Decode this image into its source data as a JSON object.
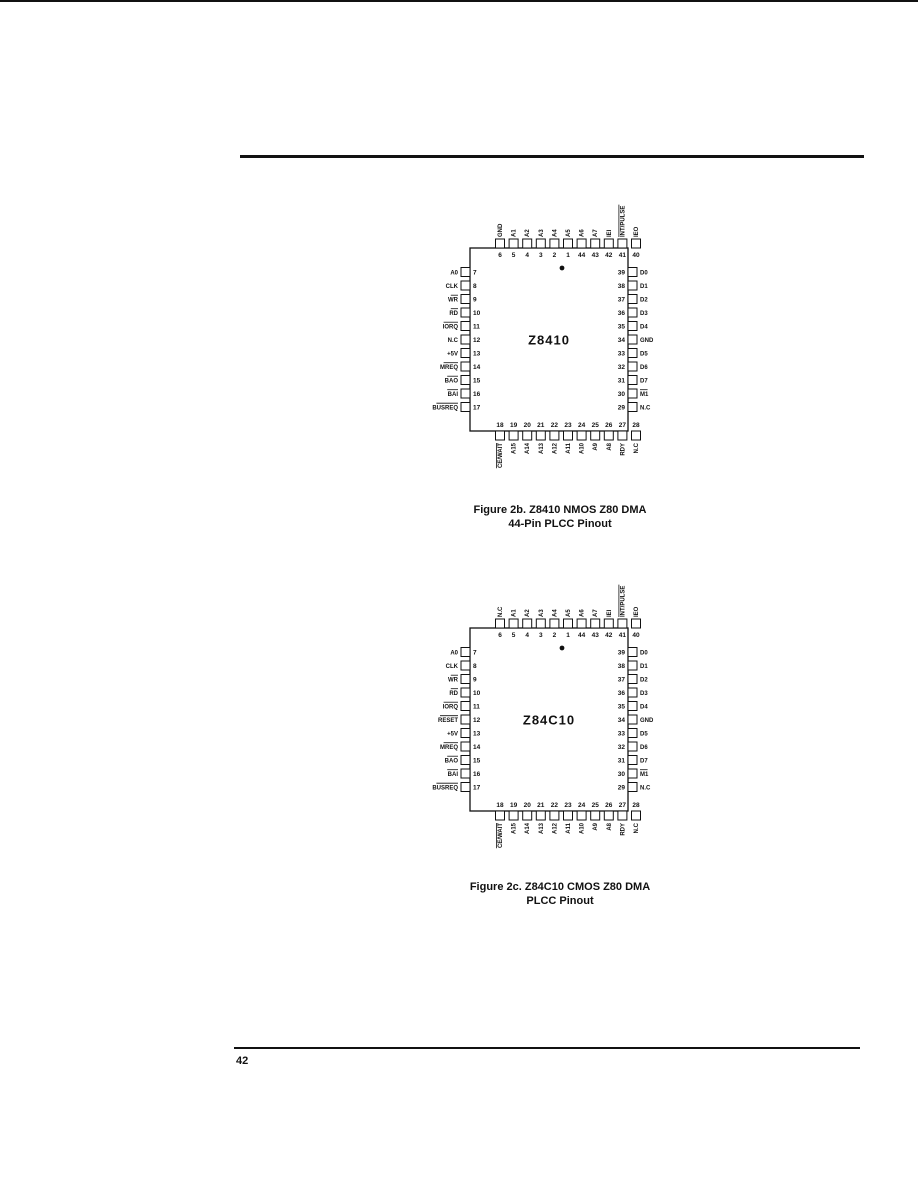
{
  "page": {
    "page_number": "42"
  },
  "figures": [
    {
      "chip_label": "Z8410",
      "caption_line1": "Figure 2b. Z8410 NMOS Z80 DMA",
      "caption_line2": "44-Pin PLCC Pinout",
      "top_pins": [
        {
          "num": "6",
          "name": "GND",
          "over": false
        },
        {
          "num": "5",
          "name": "A1",
          "over": false
        },
        {
          "num": "4",
          "name": "A2",
          "over": false
        },
        {
          "num": "3",
          "name": "A3",
          "over": false
        },
        {
          "num": "2",
          "name": "A4",
          "over": false
        },
        {
          "num": "1",
          "name": "A5",
          "over": false
        },
        {
          "num": "44",
          "name": "A6",
          "over": false
        },
        {
          "num": "43",
          "name": "A7",
          "over": false
        },
        {
          "num": "42",
          "name": "IEI",
          "over": false
        },
        {
          "num": "41",
          "name": "INT/PULSE",
          "over": true
        },
        {
          "num": "40",
          "name": "IEO",
          "over": false
        }
      ],
      "left_pins": [
        {
          "num": "7",
          "name": "A0",
          "over": false
        },
        {
          "num": "8",
          "name": "CLK",
          "over": false
        },
        {
          "num": "9",
          "name": "WR",
          "over": true
        },
        {
          "num": "10",
          "name": "RD",
          "over": true
        },
        {
          "num": "11",
          "name": "IORQ",
          "over": true
        },
        {
          "num": "12",
          "name": "N.C",
          "over": false
        },
        {
          "num": "13",
          "name": "+5V",
          "over": false
        },
        {
          "num": "14",
          "name": "MREQ",
          "over": true
        },
        {
          "num": "15",
          "name": "BAO",
          "over": true
        },
        {
          "num": "16",
          "name": "BAI",
          "over": true
        },
        {
          "num": "17",
          "name": "BUSREQ",
          "over": true
        }
      ],
      "right_pins": [
        {
          "num": "39",
          "name": "D0",
          "over": false
        },
        {
          "num": "38",
          "name": "D1",
          "over": false
        },
        {
          "num": "37",
          "name": "D2",
          "over": false
        },
        {
          "num": "36",
          "name": "D3",
          "over": false
        },
        {
          "num": "35",
          "name": "D4",
          "over": false
        },
        {
          "num": "34",
          "name": "GND",
          "over": false
        },
        {
          "num": "33",
          "name": "D5",
          "over": false
        },
        {
          "num": "32",
          "name": "D6",
          "over": false
        },
        {
          "num": "31",
          "name": "D7",
          "over": false
        },
        {
          "num": "30",
          "name": "M1",
          "over": true
        },
        {
          "num": "29",
          "name": "N.C",
          "over": false
        }
      ],
      "bottom_pins": [
        {
          "num": "18",
          "name": "CE/WAIT",
          "over": true
        },
        {
          "num": "19",
          "name": "A15",
          "over": false
        },
        {
          "num": "20",
          "name": "A14",
          "over": false
        },
        {
          "num": "21",
          "name": "A13",
          "over": false
        },
        {
          "num": "22",
          "name": "A12",
          "over": false
        },
        {
          "num": "23",
          "name": "A11",
          "over": false
        },
        {
          "num": "24",
          "name": "A10",
          "over": false
        },
        {
          "num": "25",
          "name": "A9",
          "over": false
        },
        {
          "num": "26",
          "name": "A8",
          "over": false
        },
        {
          "num": "27",
          "name": "RDY",
          "over": false
        },
        {
          "num": "28",
          "name": "N.C",
          "over": false
        }
      ]
    },
    {
      "chip_label": "Z84C10",
      "caption_line1": "Figure 2c. Z84C10 CMOS Z80 DMA",
      "caption_line2": "PLCC Pinout",
      "top_pins": [
        {
          "num": "6",
          "name": "N.C",
          "over": false
        },
        {
          "num": "5",
          "name": "A1",
          "over": false
        },
        {
          "num": "4",
          "name": "A2",
          "over": false
        },
        {
          "num": "3",
          "name": "A3",
          "over": false
        },
        {
          "num": "2",
          "name": "A4",
          "over": false
        },
        {
          "num": "1",
          "name": "A5",
          "over": false
        },
        {
          "num": "44",
          "name": "A6",
          "over": false
        },
        {
          "num": "43",
          "name": "A7",
          "over": false
        },
        {
          "num": "42",
          "name": "IEI",
          "over": false
        },
        {
          "num": "41",
          "name": "INT/PULSE",
          "over": true
        },
        {
          "num": "40",
          "name": "IEO",
          "over": false
        }
      ],
      "left_pins": [
        {
          "num": "7",
          "name": "A0",
          "over": false
        },
        {
          "num": "8",
          "name": "CLK",
          "over": false
        },
        {
          "num": "9",
          "name": "WR",
          "over": true
        },
        {
          "num": "10",
          "name": "RD",
          "over": true
        },
        {
          "num": "11",
          "name": "IORQ",
          "over": true
        },
        {
          "num": "12",
          "name": "RESET",
          "over": true
        },
        {
          "num": "13",
          "name": "+5V",
          "over": false
        },
        {
          "num": "14",
          "name": "MREQ",
          "over": true
        },
        {
          "num": "15",
          "name": "BAO",
          "over": true
        },
        {
          "num": "16",
          "name": "BAI",
          "over": true
        },
        {
          "num": "17",
          "name": "BUSREQ",
          "over": true
        }
      ],
      "right_pins": [
        {
          "num": "39",
          "name": "D0",
          "over": false
        },
        {
          "num": "38",
          "name": "D1",
          "over": false
        },
        {
          "num": "37",
          "name": "D2",
          "over": false
        },
        {
          "num": "36",
          "name": "D3",
          "over": false
        },
        {
          "num": "35",
          "name": "D4",
          "over": false
        },
        {
          "num": "34",
          "name": "GND",
          "over": false
        },
        {
          "num": "33",
          "name": "D5",
          "over": false
        },
        {
          "num": "32",
          "name": "D6",
          "over": false
        },
        {
          "num": "31",
          "name": "D7",
          "over": false
        },
        {
          "num": "30",
          "name": "M1",
          "over": true
        },
        {
          "num": "29",
          "name": "N.C",
          "over": false
        }
      ],
      "bottom_pins": [
        {
          "num": "18",
          "name": "CE/WAIT",
          "over": true
        },
        {
          "num": "19",
          "name": "A15",
          "over": false
        },
        {
          "num": "20",
          "name": "A14",
          "over": false
        },
        {
          "num": "21",
          "name": "A13",
          "over": false
        },
        {
          "num": "22",
          "name": "A12",
          "over": false
        },
        {
          "num": "23",
          "name": "A11",
          "over": false
        },
        {
          "num": "24",
          "name": "A10",
          "over": false
        },
        {
          "num": "25",
          "name": "A9",
          "over": false
        },
        {
          "num": "26",
          "name": "A8",
          "over": false
        },
        {
          "num": "27",
          "name": "RDY",
          "over": false
        },
        {
          "num": "28",
          "name": "N.C",
          "over": false
        }
      ]
    }
  ]
}
